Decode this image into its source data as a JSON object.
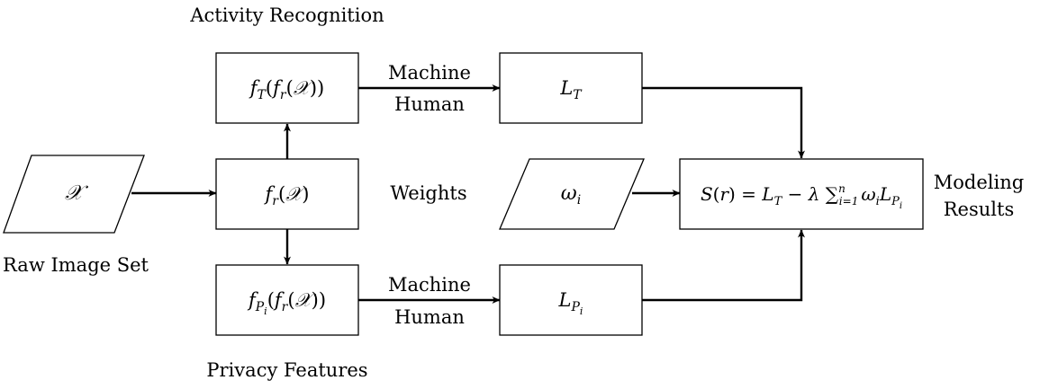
{
  "titles": {
    "top": "Activity Recognition",
    "bottom": "Privacy Features",
    "raw": "Raw Image Set",
    "weights": "Weights",
    "modeling_line1": "Modeling",
    "modeling_line2": "Results"
  },
  "edge_labels": {
    "top_upper": "Machine",
    "top_lower": "Human",
    "bottom_upper": "Machine",
    "bottom_lower": "Human"
  },
  "nodes": {
    "input": {
      "sym": "𝒳"
    },
    "fr": {
      "f": "f",
      "r": "r",
      "x": "𝒳"
    },
    "ft": {
      "f": "f",
      "T": "T",
      "fr": "f",
      "r": "r",
      "x": "𝒳"
    },
    "fp": {
      "f": "f",
      "P": "P",
      "i": "i",
      "fr": "f",
      "r": "r",
      "x": "𝒳"
    },
    "lt": {
      "L": "L",
      "T": "T"
    },
    "lp": {
      "L": "L",
      "P": "P",
      "i": "i"
    },
    "omega": {
      "w": "ω",
      "i": "i"
    },
    "score": {
      "S": "S",
      "r": "r",
      "LT": "L",
      "T": "T",
      "lambda": "λ",
      "sum": "∑",
      "n": "n",
      "i1": "i=1",
      "w": "ω",
      "wi": "i",
      "LP": "L",
      "P": "P",
      "Pi": "i"
    }
  }
}
